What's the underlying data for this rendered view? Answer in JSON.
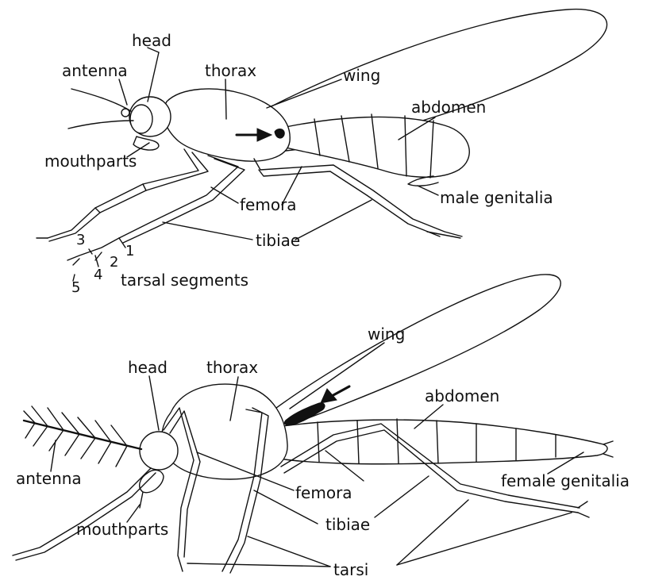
{
  "figure": {
    "colors": {
      "ink": "#111111",
      "background": "#ffffff"
    },
    "top_panel": {
      "labels": {
        "head": "head",
        "antenna": "antenna",
        "thorax": "thorax",
        "wing": "wing",
        "abdomen": "abdomen",
        "mouthparts": "mouthparts",
        "femora": "femora",
        "male_genitalia": "male genitalia",
        "tibiae": "tibiae",
        "tarsal_segments": "tarsal segments"
      },
      "tarsal_numbers": [
        "1",
        "2",
        "3",
        "4",
        "5"
      ]
    },
    "bottom_panel": {
      "labels": {
        "wing": "wing",
        "head": "head",
        "thorax": "thorax",
        "abdomen": "abdomen",
        "antenna": "antenna",
        "female_genitalia": "female genitalia",
        "femora": "femora",
        "mouthparts": "mouthparts",
        "tibiae": "tibiae",
        "tarsi": "tarsi"
      }
    }
  }
}
